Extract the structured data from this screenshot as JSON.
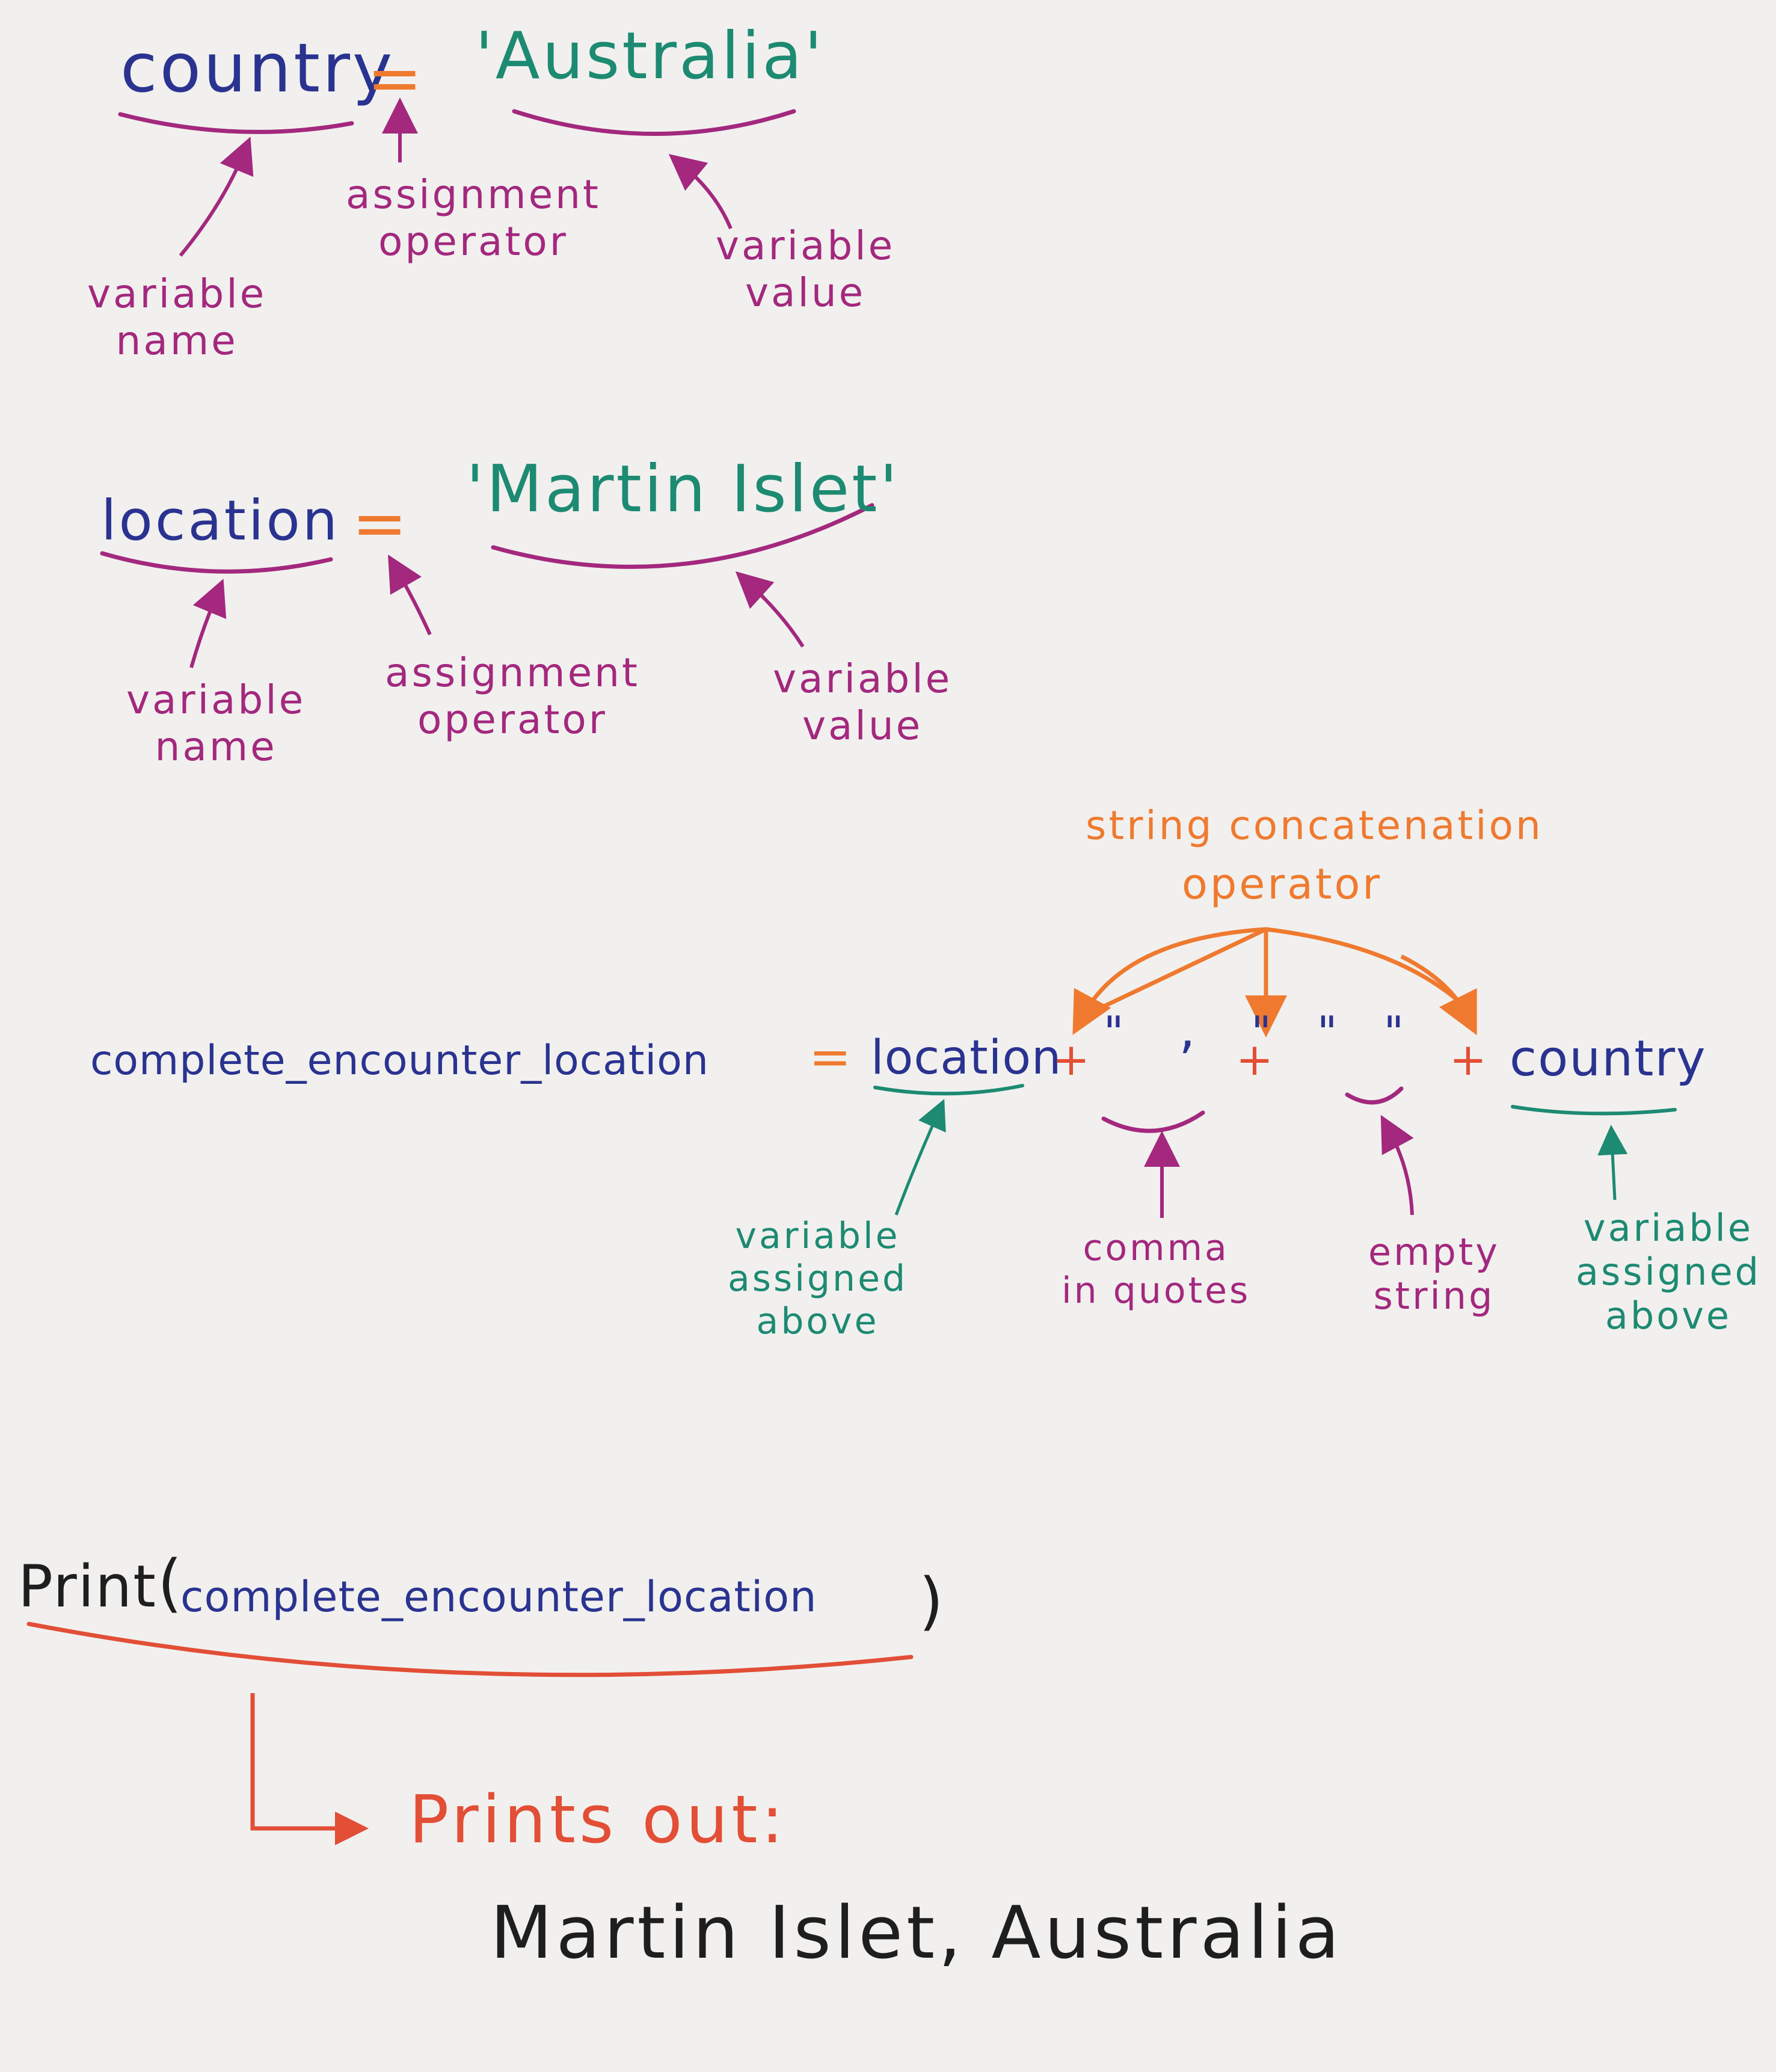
{
  "colors": {
    "purple": "#a3287e",
    "teal": "#1d8a72",
    "orange": "#ef7a2f",
    "blue": "#2a3390",
    "red": "#e24e36",
    "black": "#1e1e1e",
    "paper": "#f1f0ee"
  },
  "block1": {
    "name": "country",
    "equals": "=",
    "value": "'Australia'",
    "label_name": "variable\nname",
    "label_operator": "assignment\noperator",
    "label_value": "variable\nvalue"
  },
  "block2": {
    "name": "location",
    "equals": "=",
    "value": "'Martin Islet'",
    "label_name": "variable\nname",
    "label_operator": "assignment\noperator",
    "label_value": "variable\nvalue"
  },
  "block3": {
    "concat_label": "string concatenation",
    "concat_label2": "operator",
    "lhs": "complete_encounter_location",
    "equals": "=",
    "var1": "location",
    "plus1": "+",
    "comma_literal": "\" , \"",
    "plus2": "+",
    "empty_literal": "\"   \"",
    "plus3": "+",
    "var2": "country",
    "label_var1": "variable\nassigned\nabove",
    "label_comma": "comma\nin quotes",
    "label_empty": "empty\nstring",
    "label_var2": "variable\nassigned\nabove"
  },
  "block4": {
    "print_kw": "Print",
    "open_paren": "(",
    "arg": "complete_encounter_location",
    "close_paren": ")",
    "prints_out": "Prints out:",
    "result": "Martin Islet, Australia"
  }
}
